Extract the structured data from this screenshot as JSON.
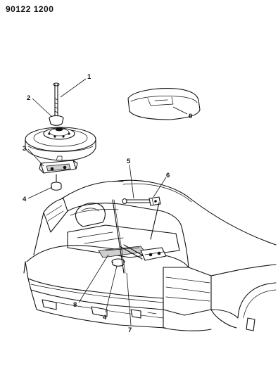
{
  "header": {
    "code": "90122 1200"
  },
  "callouts": [
    {
      "id": "c1",
      "label": "1"
    },
    {
      "id": "c2",
      "label": "2"
    },
    {
      "id": "c3",
      "label": "3"
    },
    {
      "id": "c4a",
      "label": "4"
    },
    {
      "id": "c5",
      "label": "5"
    },
    {
      "id": "c6",
      "label": "6"
    },
    {
      "id": "c9",
      "label": "9"
    },
    {
      "id": "c8",
      "label": "8"
    },
    {
      "id": "c4b",
      "label": "4"
    },
    {
      "id": "c7",
      "label": "7"
    }
  ]
}
